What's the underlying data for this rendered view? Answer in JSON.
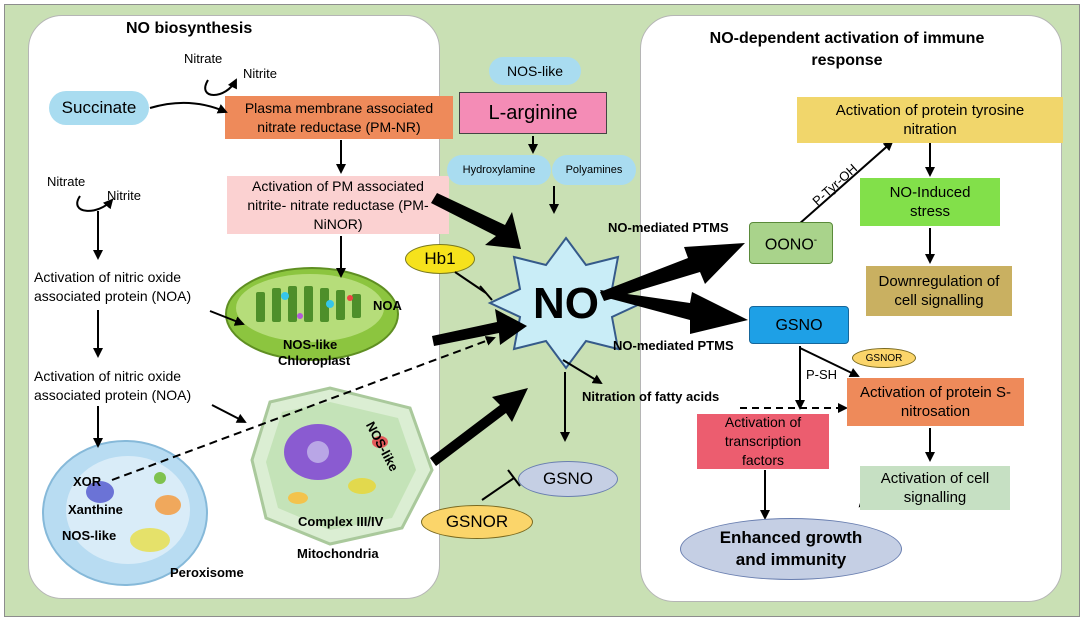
{
  "left_panel": {
    "title": "NO biosynthesis",
    "nitrate_top": "Nitrate",
    "nitrite_top": "Nitrite",
    "succinate": "Succinate",
    "pm_nr": "Plasma membrane associated nitrate reductase (PM-NR)",
    "pm_ninor": "Activation of PM associated nitrite- nitrate reductase (PM-NiNOR)",
    "nitrate_left": "Nitrate",
    "nitrite_left": "Nitrite",
    "noa_1": "Activation of nitric oxide associated protein (NOA)",
    "noa_2": "Activation of nitric oxide associated protein (NOA)",
    "chloro_noa": "NOA",
    "chloro_noslike": "NOS-like",
    "chloro_name": "Chloroplast",
    "perox_xor": "XOR",
    "perox_xanthine": "Xanthine",
    "perox_noslike": "NOS-like",
    "perox_name": "Peroxisome",
    "mito_noslike": "NOS-like",
    "mito_complex": "Complex III/IV",
    "mito_name": "Mitochondria"
  },
  "center": {
    "nos_like": "NOS-like",
    "l_arginine": "L-arginine",
    "hydroxylamine": "Hydroxylamine",
    "polyamines": "Polyamines",
    "hb1": "Hb1",
    "no": "NO",
    "nitration": "Nitration of fatty acids",
    "gsno": "GSNO",
    "gsnor": "GSNOR",
    "ptms_top": "NO-mediated PTMS",
    "ptms_bottom": "NO-mediated PTMS"
  },
  "right_panel": {
    "title": "NO-dependent activation of immune response",
    "oono": "OONO",
    "oono_sup": "-",
    "gsno": "GSNO",
    "p_tyr_oh": "P-Tyr-OH",
    "tyrosine": "Activation of protein tyrosine nitration",
    "stress": "NO-Induced stress",
    "downreg": "Downregulation of cell signalling",
    "gsnor_small": "GSNOR",
    "p_sh": "P-SH",
    "s_nitrosation": "Activation of protein S-nitrosation",
    "transcription": "Activation of transcription factors",
    "cell_signalling": "Activation of cell signalling",
    "enhanced": "Enhanced growth and immunity"
  },
  "colors": {
    "background": "#c9e0b4",
    "panel": "#ffffff",
    "light_blue": "#a9dcf0",
    "orange": "#ee8a5a",
    "light_pink": "#fbd1d1",
    "pink": "#f48cb6",
    "yellow": "#f6e21c",
    "star": "#c9edf7",
    "tyrosine_box": "#f1d66b",
    "green_box": "#82e04a",
    "olive_box": "#c9b061",
    "gsno_box": "#1ea0e6",
    "oono_box": "#a9d38b",
    "transcription_box": "#ec5d6f",
    "cell_signal_box": "#c6e0c3",
    "enhanced_ellipse": "#c5cfe4",
    "gsnor_ellipse": "#fbd56a"
  }
}
